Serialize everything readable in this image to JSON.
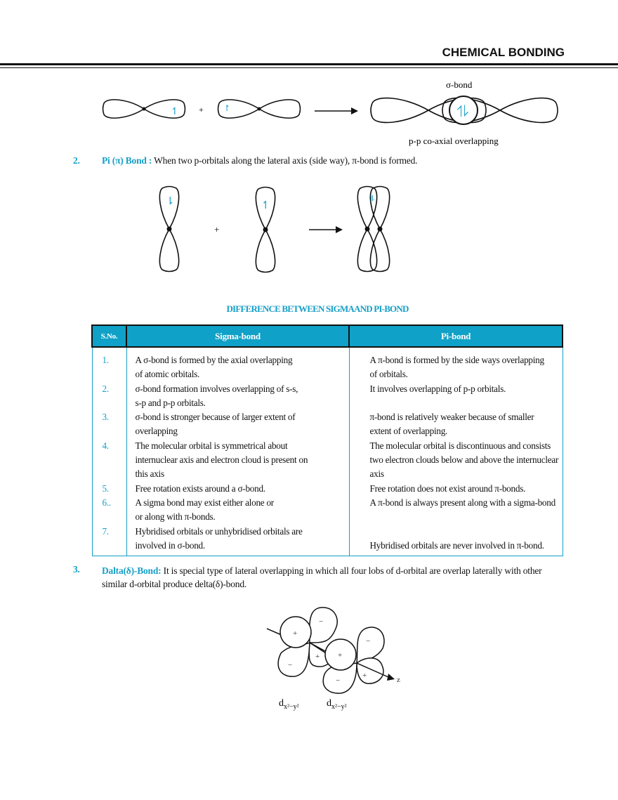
{
  "header": {
    "title": "CHEMICAL BONDING"
  },
  "sigma_diagram": {
    "plus": "+",
    "bond_label": "σ-bond",
    "caption": "p-p co-axial overlapping",
    "accent": "#159fc6"
  },
  "pi_section": {
    "number": "2.",
    "title": "Pi (π) Bond :",
    "text": "When two p-orbitals along the lateral axis (side way), π-bond is formed.",
    "plus": "+"
  },
  "table": {
    "title": "DIFFERENCE BETWEEN SIGMAAND PI-BOND",
    "headers": [
      "S.No.",
      "Sigma-bond",
      "Pi-bond"
    ],
    "rows": [
      {
        "n": "1.",
        "sigma": "A σ-bond is formed by the axial overlapping\nof atomic orbitals.",
        "pi": "A π-bond is formed by the side ways overlapping\nof orbitals."
      },
      {
        "n": "2.",
        "sigma": "σ-bond formation involves overlapping of s-s,\ns-p and p-p orbitals.",
        "pi": "It involves overlapping of p-p orbitals."
      },
      {
        "n": "3.",
        "sigma": "σ-bond is stronger because of larger extent of\noverlapping",
        "pi": "π-bond is relatively weaker because of smaller\nextent of overlapping."
      },
      {
        "n": "4.",
        "sigma": "The molecular orbital is symmetrical about\ninternuclear axis and electron cloud is present on\nthis axis",
        "pi": "The molecular orbital is discontinuous and consists\ntwo electron clouds below and above the internuclear\naxis"
      },
      {
        "n": "5.",
        "sigma": "Free rotation exists around a σ-bond.",
        "pi": "Free rotation does not exist around π-bonds."
      },
      {
        "n": "6..",
        "sigma": "A sigma bond may exist either alone or\nor along with π-bonds.",
        "pi": "A π-bond is always present along with a sigma-bond"
      },
      {
        "n": "7.",
        "sigma": "Hybridised orbitals or unhybridised orbitals are\ninvolved in σ-bond.",
        "pi": "\nHybridised orbitals are never involved in π-bond."
      }
    ]
  },
  "delta_section": {
    "number": "3.",
    "title": "Dalta(δ)-Bond:",
    "text": "It is special type of lateral overlapping in which all four lobs of d-orbital are overlap laterally with other similar d-orbital produce delta(δ)-bond."
  },
  "delta_diagram": {
    "plus": "+",
    "minus": "−",
    "axis": "z",
    "orbital_label": "d",
    "subscript": "x²−y²"
  }
}
